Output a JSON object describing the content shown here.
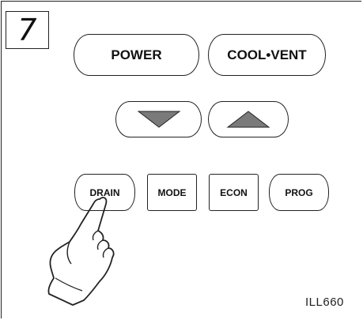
{
  "step_number": "7",
  "buttons": {
    "power": "POWER",
    "cool_vent": "COOL•VENT",
    "down_icon": "down-triangle",
    "up_icon": "up-triangle",
    "drain": "DRAIN",
    "mode": "MODE",
    "econ": "ECON",
    "prog": "PROG"
  },
  "illustration": {
    "icon": "pointing-hand"
  },
  "caption": "ILL660"
}
